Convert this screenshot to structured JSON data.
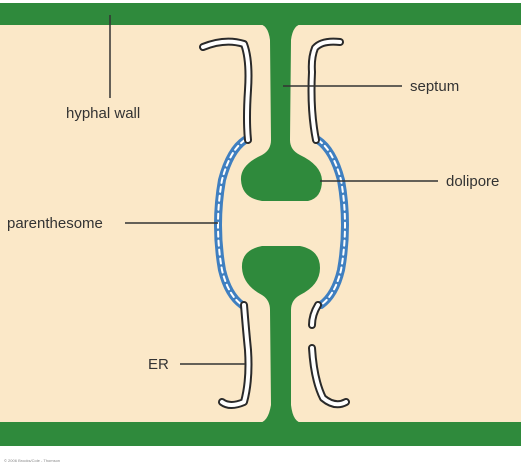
{
  "diagram": {
    "labels": {
      "hyphal_wall": "hyphal wall",
      "septum": "septum",
      "dolipore": "dolipore",
      "parenthesome": "parenthesome",
      "er": "ER"
    },
    "credit": "© 2006 Brooks/Cole - Thomson"
  },
  "colors": {
    "cytoplasm": "#fbe8c8",
    "wall": "#2f8a3c",
    "parenthesome_blue": "#3f7fc0",
    "er_outline": "#2a2a2a",
    "label_text": "#333333"
  }
}
